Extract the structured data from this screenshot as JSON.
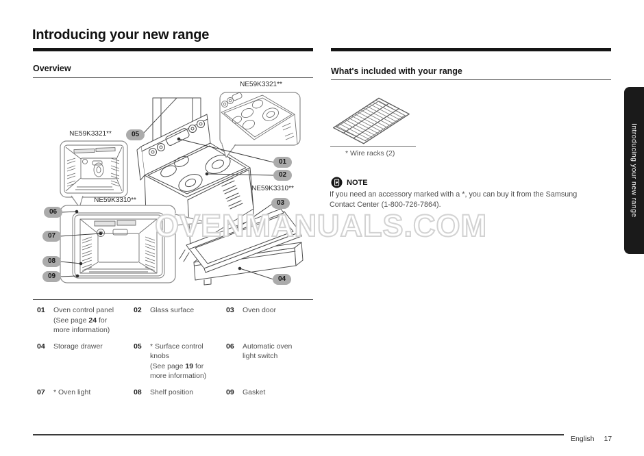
{
  "header": {
    "title": "Introducing your new range"
  },
  "overview": {
    "heading": "Overview",
    "diagram": {
      "model_labels": [
        "NE59K3321**",
        "NE59K3321**",
        "NE59K3310**",
        "NE59K3310**"
      ],
      "badges": [
        "01",
        "02",
        "03",
        "04",
        "05",
        "06",
        "07",
        "08",
        "09"
      ],
      "watermark": "OVENMANUALS.COM"
    },
    "legend": {
      "items": [
        {
          "num": "01",
          "lines": [
            "Oven control panel",
            "(See page **24** for",
            "more information)"
          ]
        },
        {
          "num": "02",
          "lines": [
            "Glass surface"
          ]
        },
        {
          "num": "03",
          "lines": [
            "Oven door"
          ]
        },
        {
          "num": "04",
          "lines": [
            "Storage drawer"
          ]
        },
        {
          "num": "05",
          "lines": [
            "* Surface control",
            "knobs",
            "(See page **19** for",
            "more information)"
          ]
        },
        {
          "num": "06",
          "lines": [
            "Automatic oven",
            "light switch"
          ]
        },
        {
          "num": "07",
          "lines": [
            "* Oven light"
          ]
        },
        {
          "num": "08",
          "lines": [
            "Shelf position"
          ]
        },
        {
          "num": "09",
          "lines": [
            "Gasket"
          ]
        }
      ]
    }
  },
  "included": {
    "heading": "What's included with your range",
    "wire_rack_caption": "* Wire racks (2)",
    "note": {
      "label": "NOTE",
      "text": "If you need an accessory marked with a *, you can buy it from the Samsung Contact Center (1-800-726-7864)."
    }
  },
  "side_tab": {
    "label": "Introducing your new range"
  },
  "footer": {
    "language": "English",
    "page_number": "17"
  },
  "colors": {
    "accent_black": "#1a1a1a",
    "text_gray": "#4f4f4f",
    "badge_gray": "#ababab",
    "watermark_gray": "#d2d2d2"
  }
}
